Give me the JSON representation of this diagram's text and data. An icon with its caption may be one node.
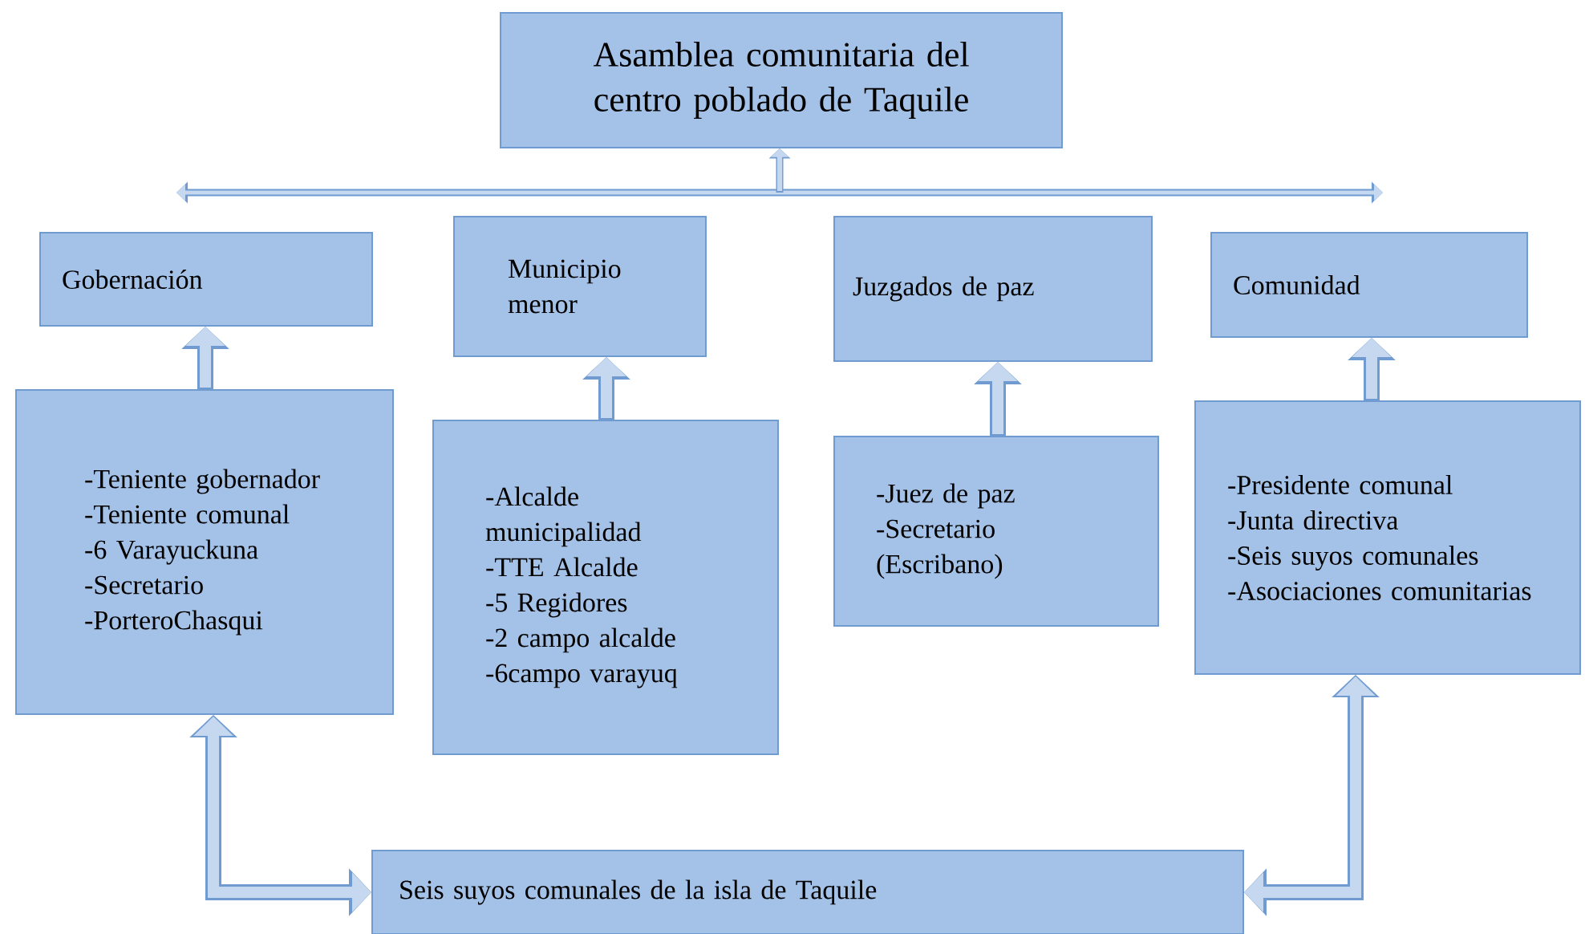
{
  "diagram": {
    "nodes": [
      {
        "text": [
          "Asamblea comunitaria del centro poblado de Taquile"
        ]
      },
      {
        "text": [
          "Gobernación"
        ]
      },
      {
        "text": [
          "-Teniente gobernador",
          "-Teniente comunal",
          "-6 Varayuckuna",
          "-Secretario",
          "-PorteroChasqui"
        ]
      },
      {
        "text": [
          "Municipio menor"
        ]
      },
      {
        "text": [
          "-Alcalde municipalidad",
          "-TTE Alcalde",
          "-5 Regidores",
          "-2 campo alcalde",
          "-6campo varayuq"
        ]
      },
      {
        "text": [
          "Juzgados de paz"
        ]
      },
      {
        "text": [
          "-Juez de paz",
          "-Secretario (Escribano)"
        ]
      },
      {
        "text": [
          "Comunidad"
        ]
      },
      {
        "text": [
          "-Presidente comunal",
          "-Junta directiva",
          "-Seis suyos comunales",
          "-Asociaciones comunitarias"
        ]
      },
      {
        "text": [
          "Seis suyos comunales de la isla de Taquile"
        ]
      }
    ],
    "edges": [
      {
        "from": null,
        "to": 0,
        "arrow": "to"
      },
      {
        "from": 2,
        "to": 1,
        "arrow": "to"
      },
      {
        "from": 4,
        "to": 3,
        "arrow": "to"
      },
      {
        "from": 6,
        "to": 5,
        "arrow": "to"
      },
      {
        "from": 8,
        "to": 7,
        "arrow": "to"
      },
      {
        "from": 2,
        "to": 9,
        "arrow": "both"
      },
      {
        "from": 8,
        "to": 9,
        "arrow": "both"
      }
    ]
  }
}
